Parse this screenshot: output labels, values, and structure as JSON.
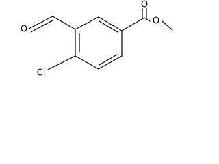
{
  "molecule": {
    "atoms": {
      "aldehyde_oxygen": "O",
      "ester_carbonyl_oxygen": "O",
      "ester_oxygen": "O",
      "chlorine": "Cl"
    },
    "colors": {
      "bond": "#000000",
      "text": "#000000",
      "background": "#ffffff"
    }
  }
}
